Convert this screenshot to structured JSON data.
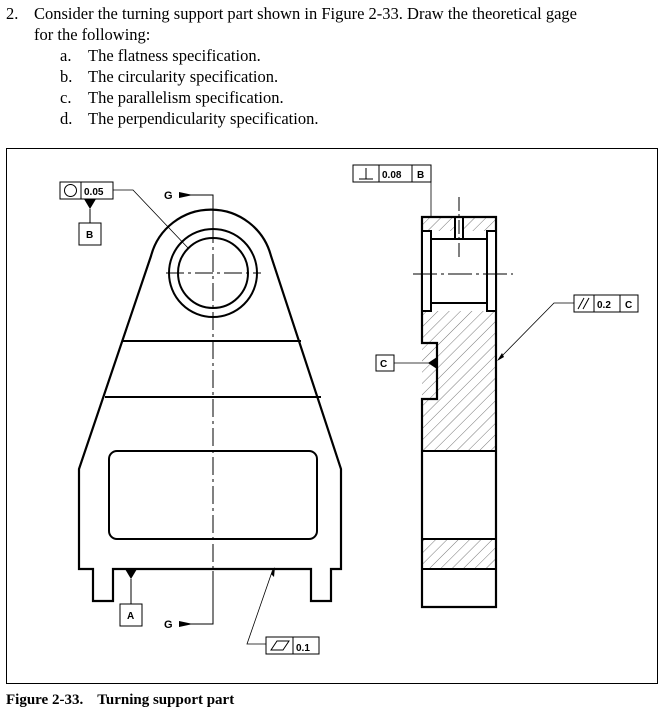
{
  "question": {
    "number": "2.",
    "line1": "Consider the turning support part shown in Figure 2-33.  Draw the theoretical gage",
    "line2": "for the following:",
    "items": [
      {
        "label": "a.",
        "text": "The flatness specification."
      },
      {
        "label": "b.",
        "text": "The circularity specification."
      },
      {
        "label": "c.",
        "text": "The parallelism specification."
      },
      {
        "label": "d.",
        "text": "The perpendicularity specification."
      }
    ]
  },
  "figure": {
    "caption_number": "Figure 2-33.",
    "caption_title": "Turning support part",
    "feature_controls": {
      "circularity": {
        "symbol": "circle-icon",
        "tolerance": "0.05"
      },
      "perpendicularity": {
        "symbol": "perpendicular-icon",
        "tolerance": "0.08",
        "datum": "B"
      },
      "parallelism": {
        "symbol": "parallel-icon",
        "tolerance": "0.2",
        "datum": "C"
      },
      "flatness": {
        "symbol": "flatness-icon",
        "tolerance": "0.1"
      }
    },
    "datums": {
      "a": "A",
      "b": "B",
      "c": "C"
    },
    "section_label_top": "G",
    "section_label_bottom": "G"
  }
}
